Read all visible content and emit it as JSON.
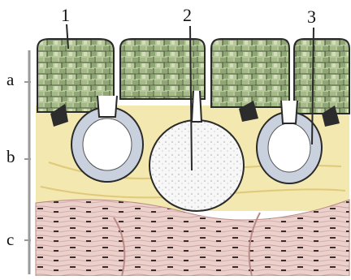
{
  "labels": {
    "top": [
      "1",
      "2",
      "3"
    ],
    "side": [
      "a",
      "b",
      "c"
    ]
  },
  "colors": {
    "epidermis": "#9fb58a",
    "epidermis_light": "#c4d4a8",
    "dermis_yellow": "#f2e8b0",
    "muscle": "#e8c6c2",
    "muscle_dark": "#b98a86",
    "gland_fill": "#ffffff",
    "gland_cell": "#b9c4d6",
    "outline": "#2a2a2a",
    "bracket": "#9a9a9a"
  }
}
